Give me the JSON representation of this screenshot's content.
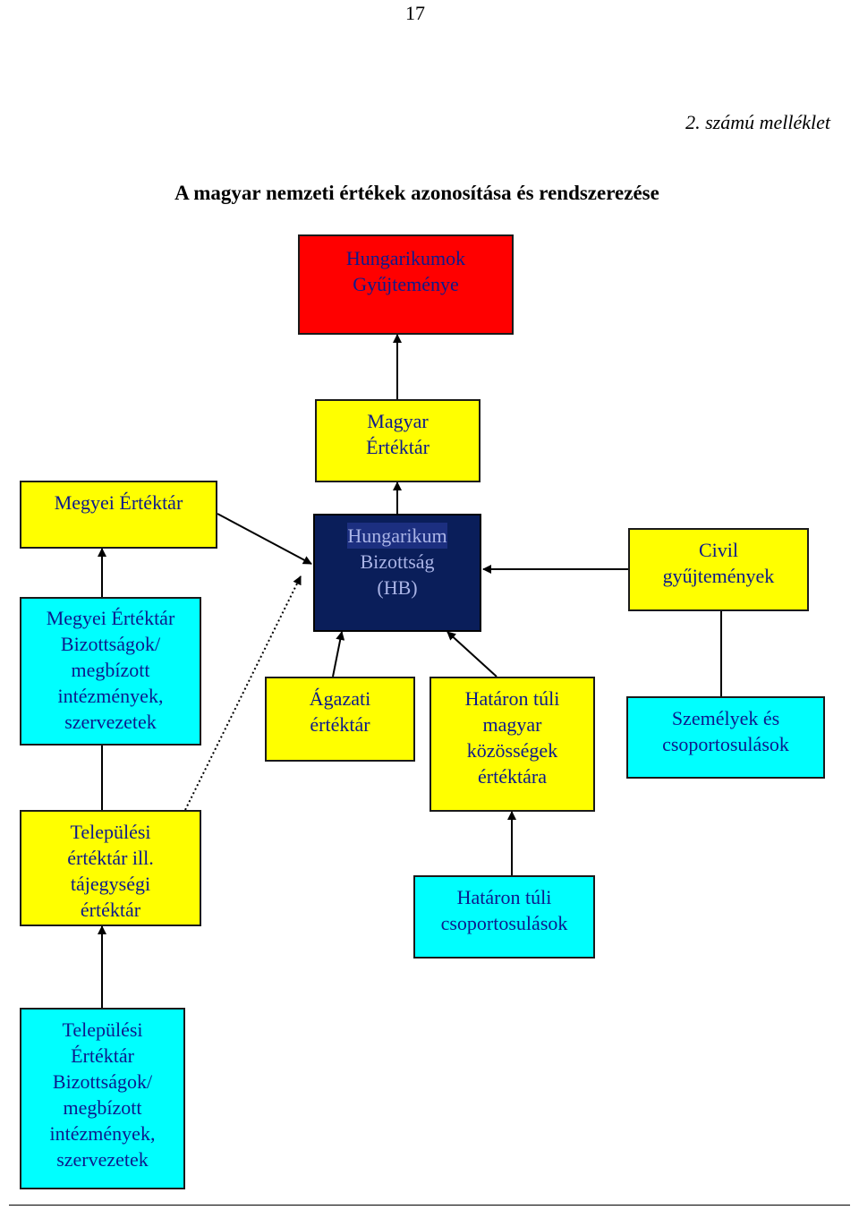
{
  "page_number": "17",
  "annex_label": "2. számú melléklet",
  "title": "A magyar nemzeti értékek azonosítása és rendszerezése",
  "colors": {
    "red": "#ff0000",
    "yellow": "#ffff00",
    "cyan": "#00ffff",
    "navy": "#0a1e5a",
    "text_blue": "#0d1a8c"
  },
  "boxes": {
    "hungarikumok": {
      "lines": [
        "Hungarikumok",
        "Gyűjteménye"
      ]
    },
    "magyar_ertektar": {
      "lines": [
        "Magyar",
        "Értéktár"
      ]
    },
    "megyei_ertektar": {
      "lines": [
        "Megyei Értéktár"
      ]
    },
    "hb": {
      "lines": [
        "Hungarikum",
        "Bizottság",
        "(HB)"
      ]
    },
    "civil": {
      "lines": [
        "Civil",
        "gyűjtemények"
      ]
    },
    "megyei_bizottsagok": {
      "lines": [
        "Megyei Értéktár",
        "Bizottságok/",
        "megbízott",
        "intézmények,",
        "szervezetek"
      ]
    },
    "agazati": {
      "lines": [
        "Ágazati",
        "értéktár"
      ]
    },
    "hataron_tuli_kozossegek": {
      "lines": [
        "Határon túli",
        "magyar",
        "közösségek",
        "értéktára"
      ]
    },
    "szemelyek": {
      "lines": [
        "Személyek és",
        "csoportosulások"
      ]
    },
    "telepulesi_ertektar": {
      "lines": [
        "Települési",
        "értéktár ill.",
        "tájegységi",
        "értéktár"
      ]
    },
    "hataron_tuli_csoportosulasok": {
      "lines": [
        "Határon túli",
        "csoportosulások"
      ]
    },
    "telepulesi_bizottsagok": {
      "lines": [
        "Települési",
        "Értéktár",
        "Bizottságok/",
        "megbízott",
        "intézmények,",
        "szervezetek"
      ]
    }
  }
}
